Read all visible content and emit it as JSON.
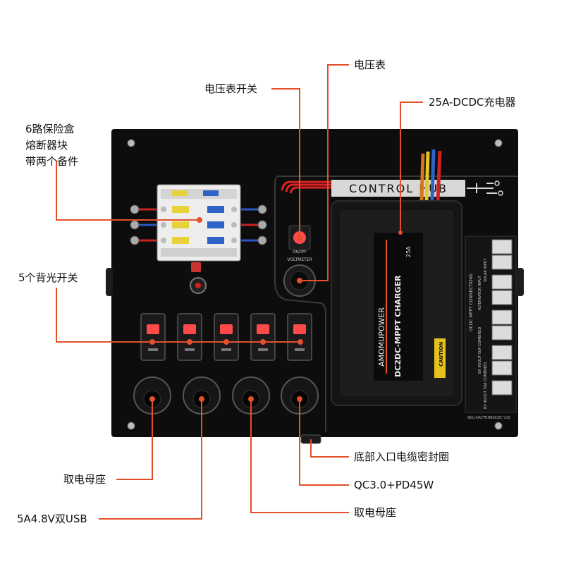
{
  "colors": {
    "panel": "#0d0d0d",
    "leader": "#e4502a",
    "rocker_light": "#ff4a4a",
    "charger_body": "#151515",
    "fuse_box": "#f0f0f0"
  },
  "callouts": {
    "fuse_box": "6路保险盒\n熔断器块\n带两个备件",
    "voltmeter_switch": "电压表开关",
    "voltmeter": "电压表",
    "dcdc_charger": "25A-DCDC充电器",
    "backlit_switches": "5个背光开关",
    "socket_left": "取电母座",
    "usb": "5A4.8V双USB",
    "socket_right": "取电母座",
    "qc_pd": "QC3.0+PD45W",
    "grommet": "底部入口电缆密封圈"
  },
  "panel": {
    "brand_label": "CONTROL HUB",
    "voltmeter_label": "VOLTMETER",
    "onoff_label": "ON/OFF",
    "charger": {
      "brand": "AMOMUPOWER",
      "model": "DC2DC-MPPT CHARGER",
      "rating": "25A",
      "caution": "CAUTION",
      "side_label_1": "DCDC MPPT CONNECTIONS",
      "side_label_2": "ALTERNATOR INPUT",
      "side_label_3": "SOLAR INPUT",
      "side_label_4": "BX IN/OUT 50A COMBINED",
      "side_label_5": "BX IN/OUT 50A COMBINED",
      "sku": "SKU:XACTRHB0CDC V10"
    }
  }
}
